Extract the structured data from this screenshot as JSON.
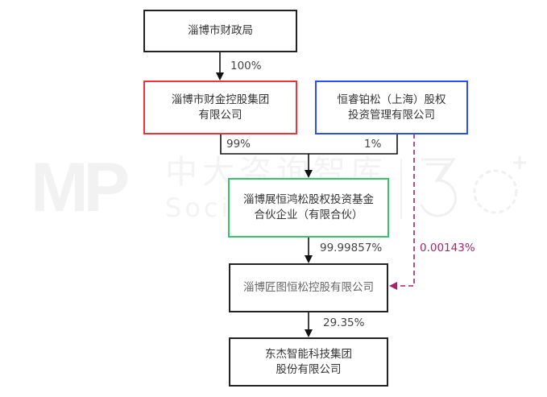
{
  "watermark": {
    "logo": "MP",
    "cn_text": "中大咨询智库",
    "en_text": "Social Think",
    "badge": "30+"
  },
  "nodes": {
    "zibo_finance_bureau": {
      "line1": "淄博市财政局",
      "line2": ""
    },
    "zibo_finance_holding": {
      "line1": "淄博市财金控股集团",
      "line2": "有限公司"
    },
    "hengrui_bosong": {
      "line1": "恒睿铂松（上海）股权",
      "line2": "投资管理有限公司"
    },
    "zibo_zhanheng": {
      "line1": "淄博展恒鸿松股权投资基金",
      "line2": "合伙企业（有限合伙）"
    },
    "zibo_jiangtu": {
      "line1": "淄博匠图恒松控股有限公司",
      "line2": ""
    },
    "dongjie": {
      "line1": "东杰智能科技集团",
      "line2": "股份有限公司"
    }
  },
  "edges": {
    "bureau_to_holding": "100%",
    "holding_to_zhanheng": "99%",
    "hengrui_to_zhanheng": "1%",
    "zhanheng_to_jiangtu": "99.99857%",
    "hengrui_to_jiangtu": "0.00143%",
    "jiangtu_to_dongjie": "29.35%"
  },
  "colors": {
    "red_border": "#f2323a",
    "blue_border": "#2b4ef5",
    "green_border": "#35c46a",
    "dashed_edge": "#a2266c",
    "black_border": "#222222"
  }
}
